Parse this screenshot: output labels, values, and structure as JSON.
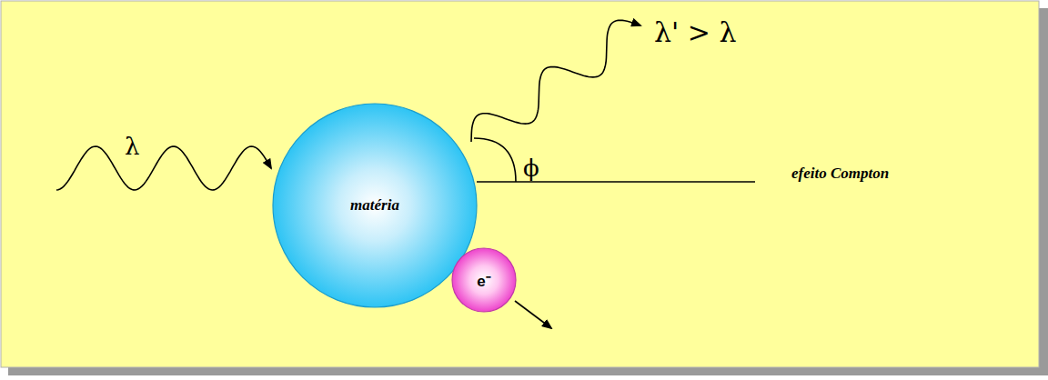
{
  "diagram": {
    "nodes": [
      {
        "text": [
          "matéria"
        ]
      },
      {
        "text": [
          "e⁻"
        ]
      }
    ],
    "labels": [
      "λ",
      "λ' > λ",
      "ϕ",
      "efeito Compton"
    ]
  }
}
